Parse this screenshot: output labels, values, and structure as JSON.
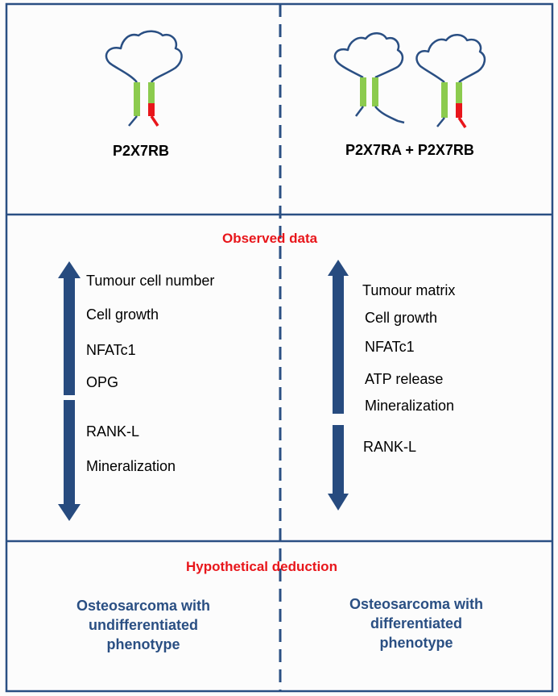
{
  "colors": {
    "frame": "#2a4f83",
    "protein_line": "#2a4f83",
    "membrane_green": "#8ccb4e",
    "tail_red": "#e8161b",
    "arrow": "#274b7f",
    "heading_red": "#e8161b",
    "outcome_blue": "#2a4f83"
  },
  "top": {
    "left_label": "P2X7RB",
    "right_label": "P2X7RA + P2X7RB"
  },
  "observed": {
    "heading": "Observed data",
    "left": {
      "up_items": [
        "Tumour cell number",
        "Cell growth",
        "NFATc1",
        "OPG"
      ],
      "down_items": [
        "RANK-L",
        "Mineralization"
      ]
    },
    "right": {
      "up_items": [
        "Tumour matrix",
        "Cell growth",
        "NFATc1",
        "ATP release",
        "Mineralization"
      ],
      "down_items": [
        "RANK-L"
      ]
    }
  },
  "deduction": {
    "heading": "Hypothetical deduction",
    "left_lines": [
      "Osteosarcoma with",
      "undifferentiated",
      "phenotype"
    ],
    "right_lines": [
      "Osteosarcoma with",
      "differentiated",
      "phenotype"
    ]
  }
}
